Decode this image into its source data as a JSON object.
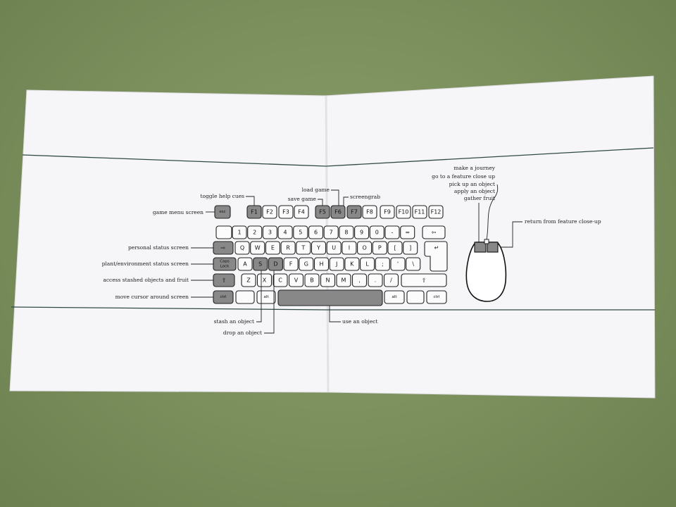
{
  "labels": {
    "toggle_help": "toggle help cues",
    "game_menu": "game menu screen",
    "load_game": "load game",
    "save_game": "save game",
    "screengrab": "screengrab",
    "personal_status": "personal status screen",
    "plant_env": "plant/environment status screen",
    "access_stashed": "access stashed objects and fruit",
    "move_cursor": "move cursor around screen",
    "stash": "stash an object",
    "drop": "drop an object",
    "use": "use an object",
    "mouse_left_1": "make a journey",
    "mouse_left_2": "go to a feature close up",
    "mouse_left_3": "pick up an object",
    "mouse_left_4": "apply an object",
    "mouse_left_5": "gather fruit",
    "mouse_right": "return from feature close-up"
  },
  "keys": {
    "esc": "esc",
    "f": [
      "F1",
      "F2",
      "F3",
      "F4",
      "F5",
      "F6",
      "F7",
      "F8",
      "F9",
      "F10",
      "F11",
      "F12"
    ],
    "numrow": [
      "1",
      "2",
      "3",
      "4",
      "5",
      "6",
      "7",
      "8",
      "9",
      "0",
      "-",
      "="
    ],
    "backspace": "⇦",
    "tab": "⇨",
    "qrow": [
      "Q",
      "W",
      "E",
      "R",
      "T",
      "Y",
      "U",
      "I",
      "O",
      "P",
      "[",
      "]"
    ],
    "enter": "↵",
    "caps1": "Caps",
    "caps2": "Lock",
    "arow": [
      "A",
      "S",
      "D",
      "F",
      "G",
      "H",
      "J",
      "K",
      "L",
      ";",
      "'",
      "\\"
    ],
    "shift": "⇧",
    "zrow": [
      "Z",
      "X",
      "C",
      "V",
      "B",
      "N",
      "M",
      ",",
      ".",
      "/"
    ],
    "ctrl": "ctrl",
    "alt": "alt"
  },
  "colors": {
    "paper": "#f7f6f9",
    "dark_key": "#888888",
    "rule": "#2f4a44"
  }
}
